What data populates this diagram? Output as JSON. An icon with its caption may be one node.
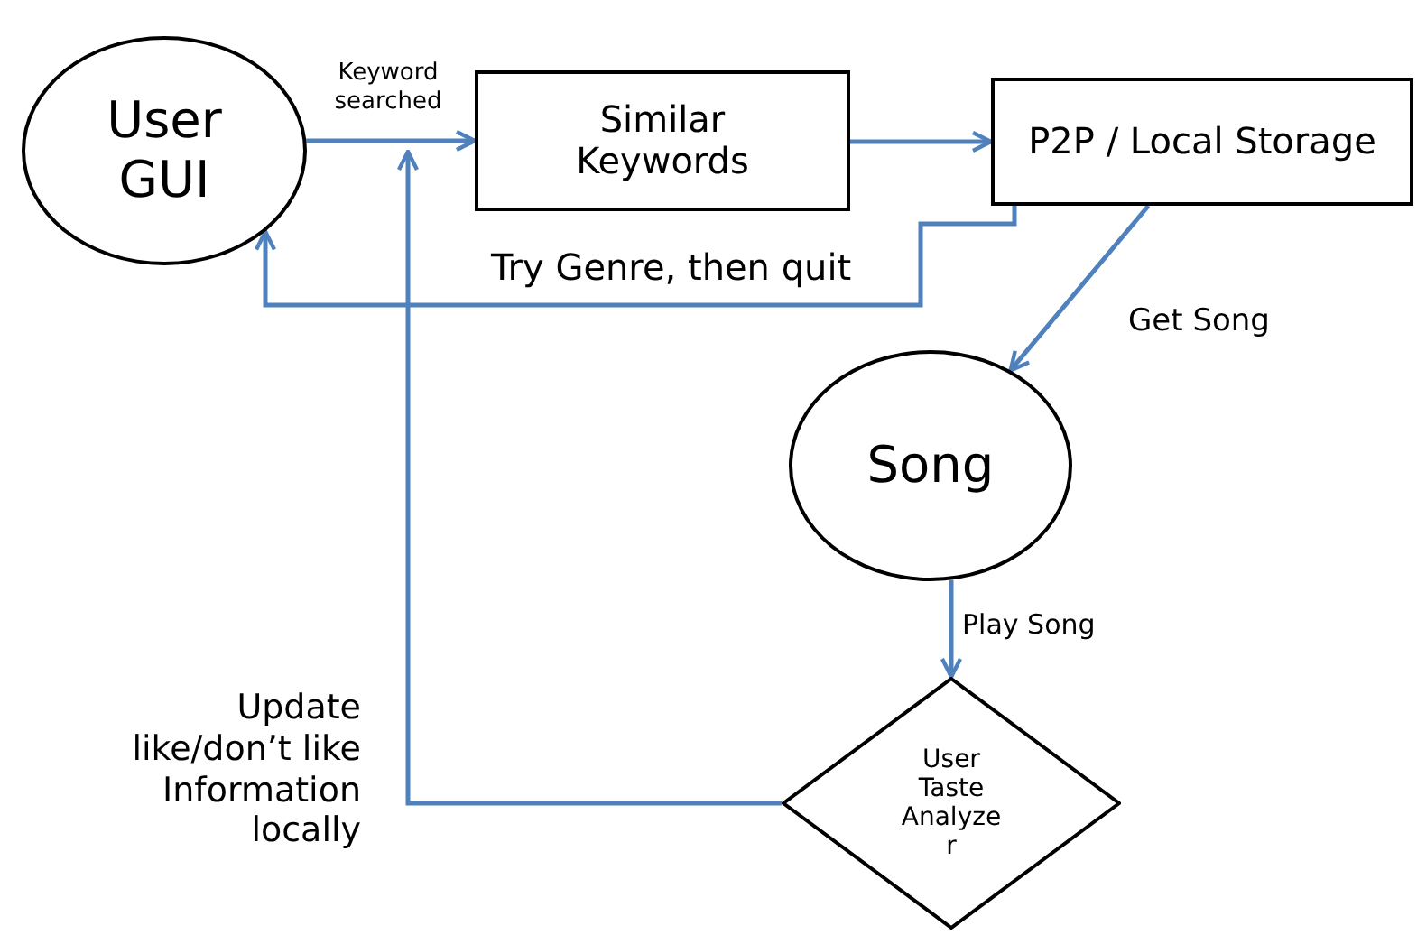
{
  "diagram": {
    "nodes": [
      {
        "text": [
          "User GUI"
        ]
      },
      {
        "text": [
          "Similar Keywords"
        ]
      },
      {
        "text": [
          "P2P / Local Storage"
        ]
      },
      {
        "text": [
          "Song"
        ]
      },
      {
        "text": [
          "User Taste Analyzer"
        ]
      }
    ],
    "edges": [
      {
        "from": 0,
        "to": 1,
        "arrow": "to",
        "label": "Keyword searched"
      },
      {
        "from": 1,
        "to": 2,
        "arrow": "to"
      },
      {
        "from": 2,
        "to": 0,
        "arrow": "to",
        "label": "Try Genre, then quit"
      },
      {
        "from": 2,
        "to": 3,
        "arrow": "to",
        "label": "Get Song"
      },
      {
        "from": 3,
        "to": 4,
        "arrow": "to",
        "label": "Play Song"
      },
      {
        "from": 4,
        "to": null,
        "arrow": "to",
        "label": "Update like/don’t like Information locally"
      }
    ]
  }
}
